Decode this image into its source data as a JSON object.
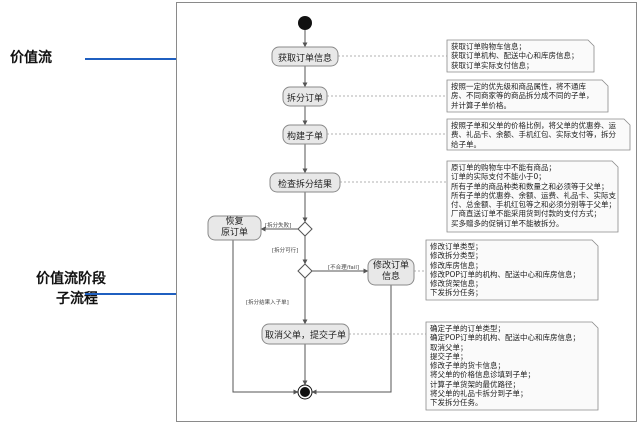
{
  "left_labels": {
    "value_stream": "价值流",
    "stage_line1": "价值流阶段",
    "stage_line2": "子流程"
  },
  "activities": {
    "get_order_info": "获取订单信息",
    "split_order": "拆分订单",
    "build_child": "构建子单",
    "check_result": "检查拆分结果",
    "restore_order": "恢复\n原订单",
    "modify_info": "修改订单\n信息",
    "cancel_submit": "取消父单，提交子单"
  },
  "guards": {
    "split_failed": "[拆分失败]",
    "split_ok": "[拆分可行]",
    "not_ok": "[不合理/fail]",
    "result_ok": "[拆分结果入子单]"
  },
  "notes": {
    "n1": [
      "获取订单购物车信息；",
      "获取订单机构、配送中心和库房信息；",
      "获取订单实际支付信息；"
    ],
    "n2": [
      "按照一定的优先级和商品属性，将不通库",
      "房、不同商家等的商品拆分成不同的子单，",
      "并计算子单价格。"
    ],
    "n3": [
      "按照子单和父单的价格比例，将父单的优惠券、运",
      "费、礼品卡、余额、手机红包、实际支付等，拆分",
      "给子单。"
    ],
    "n4": [
      "原订单的购物车中不能有商品；",
      "订单的实际支付不能小于0；",
      "所有子单的商品种类和数量之和必须等于父单；",
      "所有子单的优惠券、余额、运费、礼品卡、实际支",
      "付、总金额、手机红包等之和必须分别等于父单；",
      "厂商直送订单不能采用货到付款的支付方式；",
      "买多赠多的促销订单不能被拆分。"
    ],
    "n5": [
      "修改订单类型；",
      "修改拆分类型；",
      "修改库房信息；",
      "修改POP订单的机构、配送中心和库房信息；",
      "修改货架信息；",
      "下发拆分任务；"
    ],
    "n6": [
      "确定子单的订单类型；",
      "确定POP订单的机构、配送中心和库房信息；",
      "取消父单；",
      "提交子单；",
      "修改子单的货卡信息；",
      "将父单的价格信息诊填到子单；",
      "计算子单货架的最优路径；",
      "将父单的礼品卡拆分到子单；",
      "下发拆分任务。"
    ]
  }
}
